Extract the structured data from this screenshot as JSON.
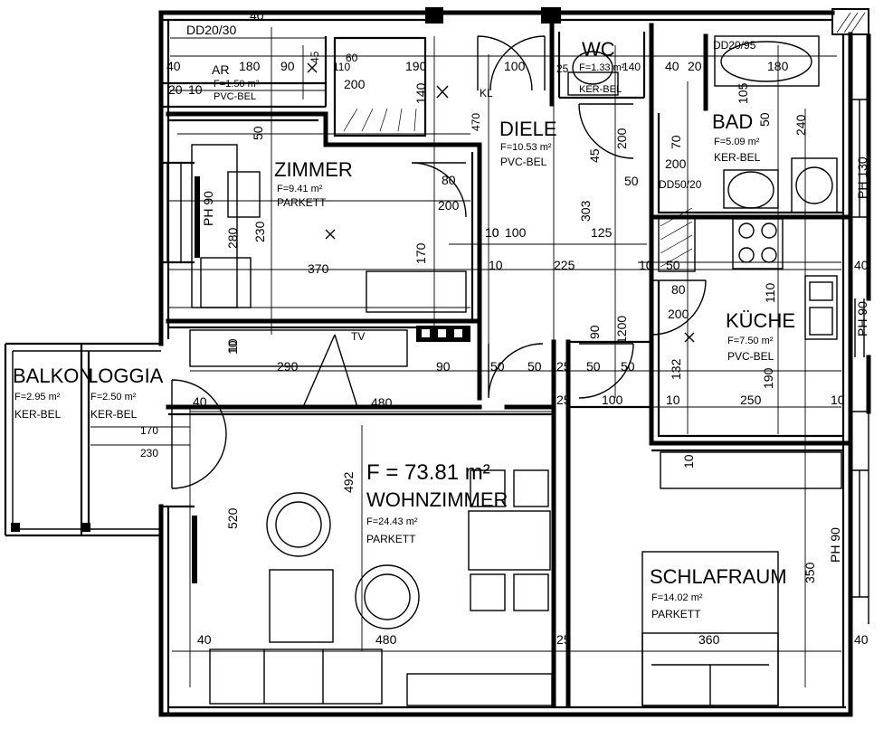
{
  "total_area": "F = 73.81 m²",
  "rooms": {
    "ar": {
      "name": "AR",
      "area": "F=1.50 m²",
      "floor": "PVC-BEL"
    },
    "zimmer": {
      "name": "ZIMMER",
      "area": "F=9.41 m²",
      "floor": "PARKETT"
    },
    "diele": {
      "name": "DIELE",
      "area": "F=10.53 m²",
      "floor": "PVC-BEL"
    },
    "wc": {
      "name": "WC",
      "area": "F=1.33 m²",
      "floor": "KER-BEL"
    },
    "bad": {
      "name": "BAD",
      "area": "F=5.09 m²",
      "floor": "KER-BEL"
    },
    "kueche": {
      "name": "KÜCHE",
      "area": "F=7.50 m²",
      "floor": "PVC-BEL"
    },
    "balkon": {
      "name": "BALKON",
      "area": "F=2.95 m²",
      "floor": "KER-BEL"
    },
    "loggia": {
      "name": "LOGGIA",
      "area": "F=2.50 m²",
      "floor": "KER-BEL"
    },
    "wohnzimmer": {
      "name": "WOHNZIMMER",
      "area": "F=24.43 m²",
      "floor": "PARKETT"
    },
    "schlafraum": {
      "name": "SCHLAFRAUM",
      "area": "F=14.02 m²",
      "floor": "PARKETT"
    }
  },
  "labels": {
    "dd_left": "DD20/30",
    "dd_bad": "DD20/95",
    "dd_kitchen": "DD50/20",
    "ph_zimmer": "PH 90",
    "ph_bad": "PH 130",
    "ph_kueche": "PH 90",
    "ph_schlaf": "PH 90",
    "tv": "TV",
    "kl": "KL"
  },
  "dims": [
    "40",
    "40",
    "20",
    "10",
    "180",
    "90",
    "45",
    "110",
    "60",
    "200",
    "190",
    "140",
    "100",
    "25",
    "1.33",
    "140",
    "40",
    "20",
    "180",
    "105",
    "240",
    "50",
    "80",
    "200",
    "10",
    "470",
    "45",
    "200",
    "70",
    "303",
    "50",
    "280",
    "230",
    "370",
    "170",
    "10",
    "100",
    "125",
    "225",
    "10",
    "50",
    "10",
    "110",
    "40",
    "80",
    "200",
    "90",
    "10",
    "290",
    "90",
    "50",
    "50",
    "25",
    "50",
    "50",
    "25",
    "10",
    "132",
    "190",
    "250",
    "10",
    "100",
    "25",
    "480",
    "170",
    "230",
    "40",
    "520",
    "492",
    "350",
    "10",
    "480",
    "25",
    "360",
    "40",
    "40",
    "10",
    "1200"
  ]
}
